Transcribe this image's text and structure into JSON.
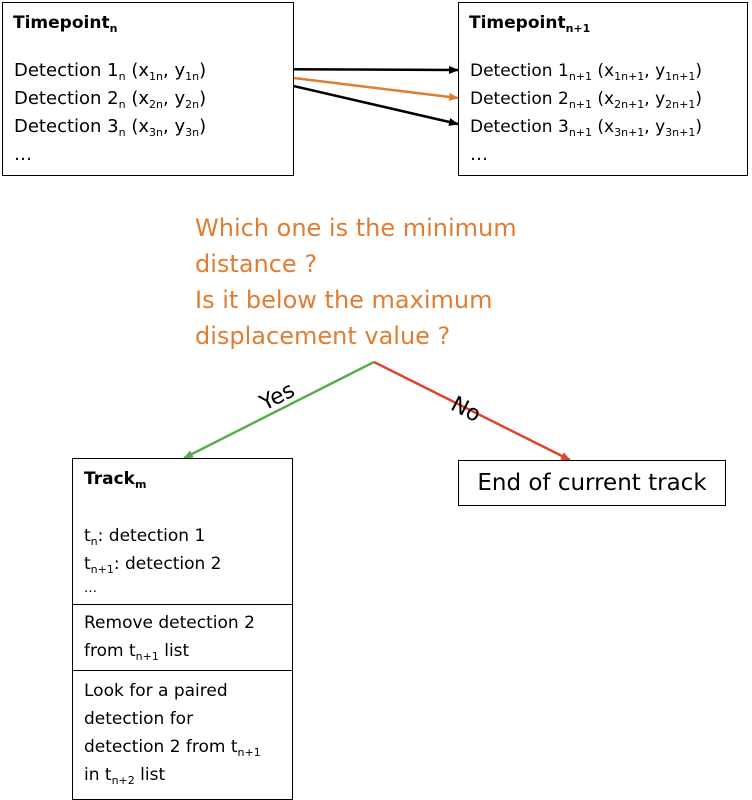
{
  "timepoint_n": {
    "title": "Timepoint",
    "title_sub": "n",
    "detections": [
      {
        "label": "Detection 1",
        "label_sub": "n",
        "open": " (x",
        "x_sub": "1n",
        "mid": ", y",
        "y_sub": "1n",
        "close": ")"
      },
      {
        "label": "Detection 2",
        "label_sub": "n",
        "open": " (x",
        "x_sub": "2n",
        "mid": ", y",
        "y_sub": "2n",
        "close": ")"
      },
      {
        "label": "Detection 3",
        "label_sub": "n",
        "open": " (x",
        "x_sub": "3n",
        "mid": ", y",
        "y_sub": "3n",
        "close": ")"
      }
    ],
    "more": "…"
  },
  "timepoint_n1": {
    "title": "Timepoint",
    "title_sub": "n+1",
    "detections": [
      {
        "label": "Detection 1",
        "label_sub": "n+1",
        "open": " (x",
        "x_sub": "1n+1",
        "mid": ", y",
        "y_sub": "1n+1",
        "close": ")"
      },
      {
        "label": "Detection 2",
        "label_sub": "n+1",
        "open": " (x",
        "x_sub": "2n+1",
        "mid": ", y",
        "y_sub": "2n+1",
        "close": ")"
      },
      {
        "label": "Detection 3",
        "label_sub": "n+1",
        "open": " (x",
        "x_sub": "3n+1",
        "mid": ", y",
        "y_sub": "3n+1",
        "close": ")"
      }
    ],
    "more": "…"
  },
  "question": {
    "line1": "Which one is the minimum",
    "line2": "distance ?",
    "line3": "Is it below the maximum",
    "line4": "displacement value ?"
  },
  "branches": {
    "yes": "Yes",
    "no": "No"
  },
  "end_track": "End of current track",
  "track": {
    "title": "Track",
    "title_sub": "m",
    "entry1_t": "t",
    "entry1_sub": "n",
    "entry1_text": ": detection 1",
    "entry2_t": "t",
    "entry2_sub": "n+1",
    "entry2_text": ": detection 2",
    "more": "…",
    "remove_line1": "Remove detection 2",
    "remove_line2_pre": "from t",
    "remove_line2_sub": "n+1",
    "remove_line2_post": " list",
    "look_line1": "Look for a paired",
    "look_line2": "detection for",
    "look_line3_pre": "detection 2 from t",
    "look_line3_sub": "n+1",
    "look_line4_pre": "in t",
    "look_line4_sub": "n+2",
    "look_line4_post": " list"
  },
  "colors": {
    "orange": "#e07d32",
    "green": "#5aad4e",
    "red": "#e0442a",
    "black": "#000000"
  }
}
